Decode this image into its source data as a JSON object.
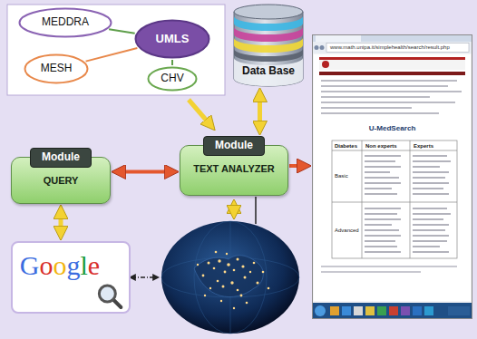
{
  "diagram": {
    "nodes": [
      {
        "text": [
          "MEDDRA"
        ]
      },
      {
        "text": [
          "UMLS"
        ]
      },
      {
        "text": [
          "MESH"
        ]
      },
      {
        "text": [
          "CHV"
        ]
      },
      {
        "text": [
          "Data Base"
        ]
      },
      {
        "text": [
          "Module",
          "QUERY"
        ]
      },
      {
        "text": [
          "Module",
          "TEXT ANALYZER"
        ]
      },
      {
        "text": [
          "Google"
        ]
      },
      {
        "text": [
          "www.math.unipa.it/simplehealth/search/result.php",
          "U-MedSearch",
          "Diabetes",
          "Non experts",
          "Experts",
          "Basic",
          "Advanced"
        ]
      }
    ],
    "edges": [
      {
        "from": 0,
        "to": 1,
        "arrow": "none"
      },
      {
        "from": 2,
        "to": 1,
        "arrow": "none"
      },
      {
        "from": 3,
        "to": 1,
        "arrow": "none"
      },
      {
        "from": 4,
        "to": 6,
        "arrow": "both"
      },
      {
        "from": 5,
        "to": 6,
        "arrow": "both"
      },
      {
        "from": 6,
        "to": 8,
        "arrow": "to"
      },
      {
        "from": 5,
        "to": 7,
        "arrow": "both"
      }
    ]
  }
}
